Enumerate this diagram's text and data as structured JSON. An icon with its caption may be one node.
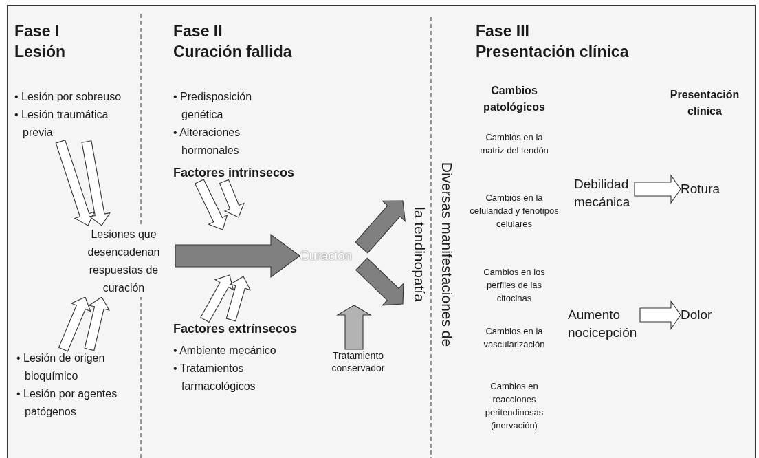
{
  "diagram": {
    "nodes": [
      {
        "text": [
          "• Lesión por sobreuso",
          "• Lesión traumática previa"
        ]
      },
      {
        "text": [
          "• Lesión de origen bioquímico",
          "• Lesión por agentes patógenos"
        ]
      },
      {
        "text": [
          "Lesiones que desencadenan respuestas de curación"
        ]
      },
      {
        "text": [
          "• Predisposición genética",
          "• Alteraciones hormonales",
          "Factores intrínsecos"
        ]
      },
      {
        "text": [
          "Factores extrínsecos",
          "• Ambiente mecánico",
          "• Tratamientos farmacológicos"
        ]
      },
      {
        "text": [
          "Curación"
        ]
      },
      {
        "text": [
          "Tratamiento conservador"
        ]
      },
      {
        "text": [
          "Diversas manifestaciones de la tendinopatía"
        ]
      },
      {
        "text": [
          "Debilidad mecánica"
        ]
      },
      {
        "text": [
          "Rotura"
        ]
      },
      {
        "text": [
          "Aumento nocicepción"
        ]
      },
      {
        "text": [
          "Dolor"
        ]
      }
    ],
    "edges": [
      {
        "from": 0,
        "to": 2,
        "arrow": "to"
      },
      {
        "from": 0,
        "to": 2,
        "arrow": "to"
      },
      {
        "from": 1,
        "to": 2,
        "arrow": "to"
      },
      {
        "from": 1,
        "to": 2,
        "arrow": "to"
      },
      {
        "from": 3,
        "to": null,
        "arrow": "to"
      },
      {
        "from": 3,
        "to": null,
        "arrow": "to"
      },
      {
        "from": 4,
        "to": null,
        "arrow": "to"
      },
      {
        "from": 4,
        "to": null,
        "arrow": "to"
      },
      {
        "from": 2,
        "to": 5,
        "arrow": "to",
        "color": "#808080"
      },
      {
        "from": 5,
        "to": 7,
        "arrow": "to",
        "color": "#808080"
      },
      {
        "from": 5,
        "to": 7,
        "arrow": "to",
        "color": "#808080"
      },
      {
        "from": 6,
        "to": null,
        "arrow": "to",
        "color": "#b3b3b3"
      },
      {
        "from": 8,
        "to": 9,
        "arrow": "to"
      },
      {
        "from": 10,
        "to": 11,
        "arrow": "to"
      }
    ],
    "labels": [
      "Fase I",
      "Lesión",
      "Fase II",
      "Curación fallida",
      "Fase III",
      "Presentación clínica",
      "Cambios patológicos",
      "Presentación clínica",
      "Cambios en la matriz del tendón",
      "Cambios en la celularidad y fenotipos celulares",
      "Cambios en los perfiles de las citocinas",
      "Cambios en la vascularización",
      "Cambios en reacciones peritendinosas (inervación)"
    ]
  }
}
